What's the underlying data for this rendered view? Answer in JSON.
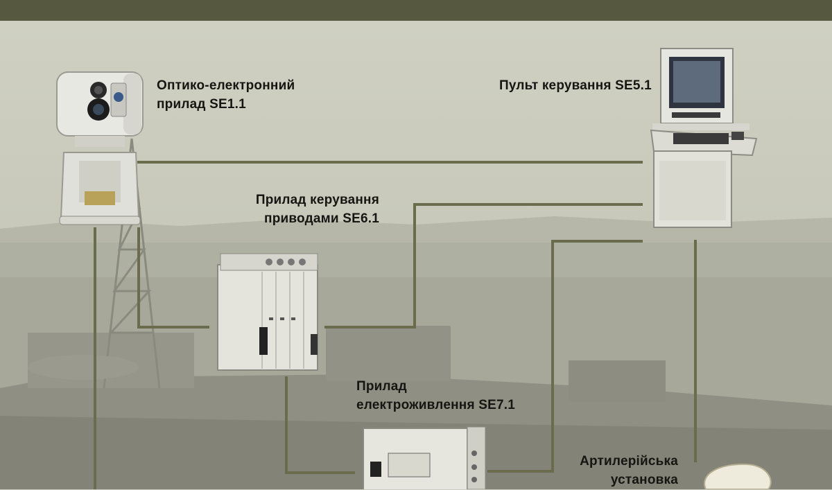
{
  "components": {
    "optical": {
      "line1": "Оптико-електронний",
      "line2": "прилад SE1.1"
    },
    "console": {
      "line1": "Пульт керування SE5.1"
    },
    "drive": {
      "line1": "Прилад керування",
      "line2": "приводами SE6.1"
    },
    "power": {
      "line1": "Прилад",
      "line2": "електроживлення SE7.1"
    },
    "artillery": {
      "line1": "Артилерійська",
      "line2": "установка"
    }
  },
  "colors": {
    "header_bar": "#56583f",
    "connector": "#6b6b4d",
    "background": "#c9cabb",
    "text": "#151511"
  }
}
